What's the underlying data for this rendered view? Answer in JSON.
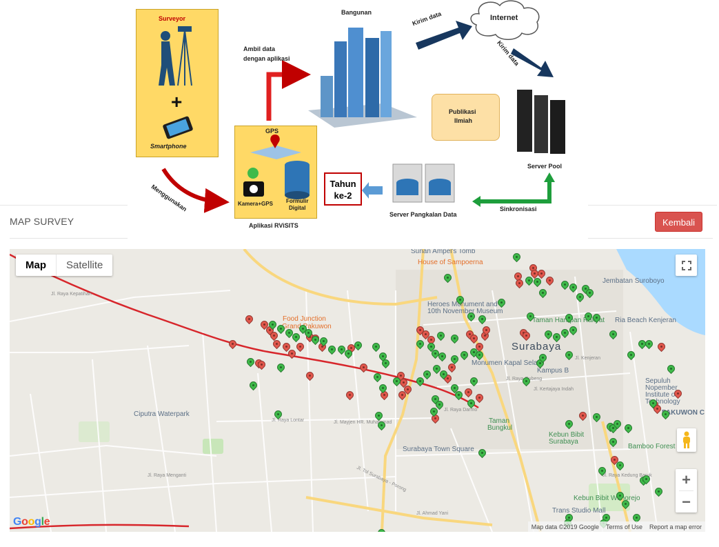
{
  "panel": {
    "title": "MAP SURVEY",
    "back_button": "Kembali"
  },
  "map": {
    "type_control": {
      "map": "Map",
      "satellite": "Satellite",
      "selected": "Map"
    },
    "attribution": {
      "data": "Map data ©2019 Google",
      "terms": "Terms of Use",
      "report": "Report a map error"
    },
    "logo": "Google",
    "colors": {
      "marker_green": "#3fba4a",
      "marker_red": "#e2574c",
      "toll_road": "#d7262b"
    },
    "place_labels": {
      "sunan": "Sunan Ampel's Tomb",
      "sampoerna": "House of Sampoerna",
      "suroboyo": "Jembatan Suroboyo",
      "food_junction": "Food Junction",
      "grand_pakuwon": "Grand Pakuwon",
      "heroes_1": "Heroes Monument and",
      "heroes_2": "10th November Museum",
      "taman_harapan": "Taman Harapan Rakyat",
      "ria_beach": "Ria Beach Kenjeran",
      "surabaya": "Surabaya",
      "kapal_selam": "Monumen Kapal Selam",
      "kampus_b": "Kampus B",
      "its_1": "Sepuluh",
      "its_2": "Nopember",
      "its_3": "Institute of",
      "its_4": "Technology",
      "pakuwon_c": "PAKUWON C",
      "ciputra": "Ciputra Waterpark",
      "taman_bungkul_1": "Taman",
      "taman_bungkul_2": "Bungkul",
      "kebun_bibit_1": "Kebun Bibit",
      "kebun_bibit_2": "Surabaya",
      "bamboo": "Bamboo Forest",
      "town_square": "Surabaya Town Square",
      "kebun_wonorejo": "Kebun Bibit Wonorejo",
      "trans_studio": "Trans Studio Mall",
      "tol_surabaya": "Jl. Tol Surabaya - Porong",
      "street_1": "Jl. Raya Kepatihan",
      "street_2": "Jl. Raya Menganti",
      "street_3": "Jl. Mayjen HR. Muhammad",
      "street_4": "Jl. Ahmad Yani",
      "street_5": "Jl. Kertajaya Indah",
      "street_6": "Jl. Raya Lontar",
      "street_7": "Jl. Kenjeran",
      "street_8": "Jl. Raya Kedung Baruk",
      "street_9": "Jl. Raya Darmo",
      "street_10": "Jl. Raya Gubeng"
    }
  },
  "diagram": {
    "surveyor": "Surveyor",
    "plus": "+",
    "smartphone": "Smartphone",
    "bangunan": "Bangunan",
    "ambil_data": "Ambil data",
    "dengan_aplikasi": "dengan aplikasi",
    "kirim_data": "Kirim data",
    "internet": "Internet",
    "kirim_data_2": "Kirim data",
    "publikasi_1": "Publikasi",
    "publikasi_2": "Ilmiah",
    "server_pool": "Server Pool",
    "gps": "GPS",
    "kamera_gps": "Kamera+GPS",
    "formulir_1": "Formulir",
    "formulir_2": "Digital",
    "aplikasi_rvisits": "Aplikasi RViSITS",
    "menggunakan": "Menggunakan",
    "tahun_1": "Tahun",
    "tahun_2": "ke-2",
    "server_pangkalan": "Server Pangkalan Data",
    "sinkronisasi": "Sinkronisasi"
  }
}
